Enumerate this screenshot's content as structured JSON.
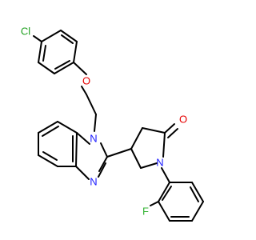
{
  "molecule": {
    "atom_labels": {
      "cl": "Cl",
      "o_ether": "O",
      "n_ring_1": "N",
      "n_ring_2": "N",
      "o_carbonyl": "O",
      "n_lactam": "N",
      "f": "F"
    },
    "colors": {
      "bond": "#000000",
      "Cl": "#1fa01f",
      "O": "#e60000",
      "N": "#1a1aff",
      "F": "#33b333"
    }
  }
}
